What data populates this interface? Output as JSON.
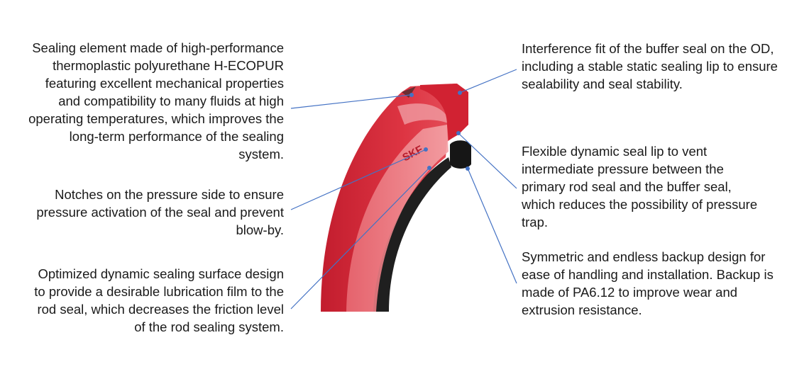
{
  "annotations": {
    "sealing_element": "Sealing element made of high-performance thermoplastic polyurethane H-ECOPUR featuring excellent mechanical properties and compatibility to many fluids at high operating temperatures, which improves the long-term performance of the sealing system.",
    "notches": "Notches on the pressure side to ensure pressure activation of the seal and prevent blow-by.",
    "dynamic_surface": "Optimized dynamic sealing surface design to provide a desirable lubrication film to the rod seal, which decreases the friction level of the rod sealing system.",
    "interference_fit": "Interference fit of the buffer seal on the OD, including a stable static sealing lip to ensure sealability and seal stability.",
    "flexible_lip": "Flexible dynamic seal lip to vent intermediate pressure between the primary rod seal and the buffer seal, which reduces the possibility of pressure trap.",
    "backup": "Symmetric and endless backup design for ease of handling and installation. Backup is made of PA6.12 to improve wear and extrusion resistance."
  },
  "logo_text": "SKF",
  "colors": {
    "seal_red": "#d8283a",
    "seal_light": "#ee8a8f",
    "backup_black": "#1a1a1a",
    "leader_blue": "#4472c4"
  }
}
